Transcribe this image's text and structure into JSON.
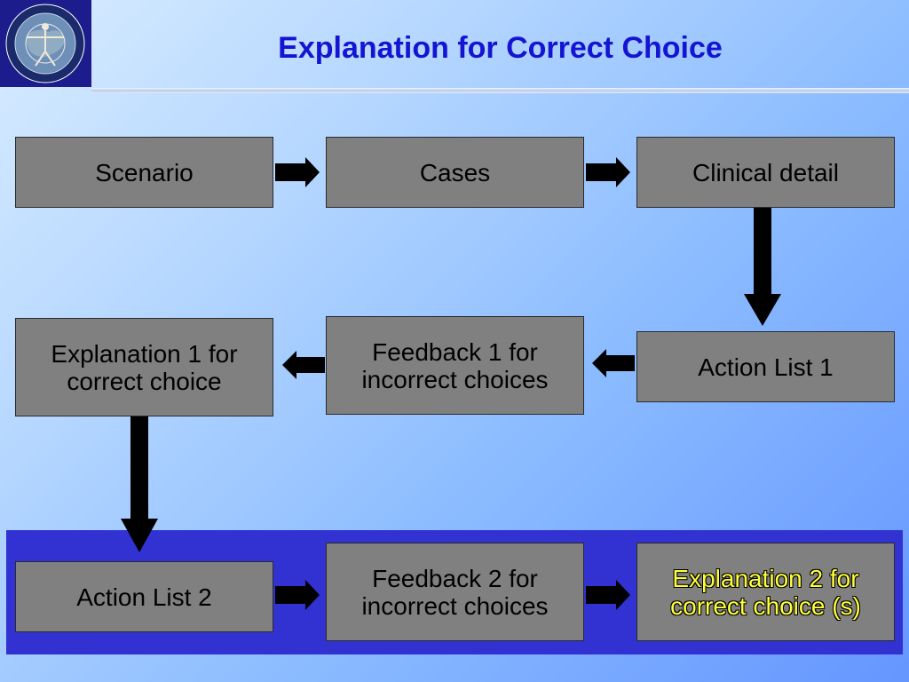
{
  "header": {
    "title": "Explanation for Correct Choice",
    "logo_icon": "vitruvian-globe-logo-icon"
  },
  "flow": {
    "scenario": "Scenario",
    "cases": "Cases",
    "clinical_detail": "Clinical detail",
    "action_list_1": "Action List 1",
    "feedback_1": "Feedback 1 for incorrect choices",
    "explanation_1": "Explanation 1 for correct choice",
    "action_list_2": "Action List 2",
    "feedback_2": "Feedback 2 for incorrect choices",
    "explanation_2": "Explanation 2 for correct choice (s)"
  },
  "colors": {
    "title": "#1414d2",
    "box_fill": "#808080",
    "highlight_band": "#3232d2",
    "highlight_text": "#ffff3c",
    "arrow": "#000000"
  }
}
